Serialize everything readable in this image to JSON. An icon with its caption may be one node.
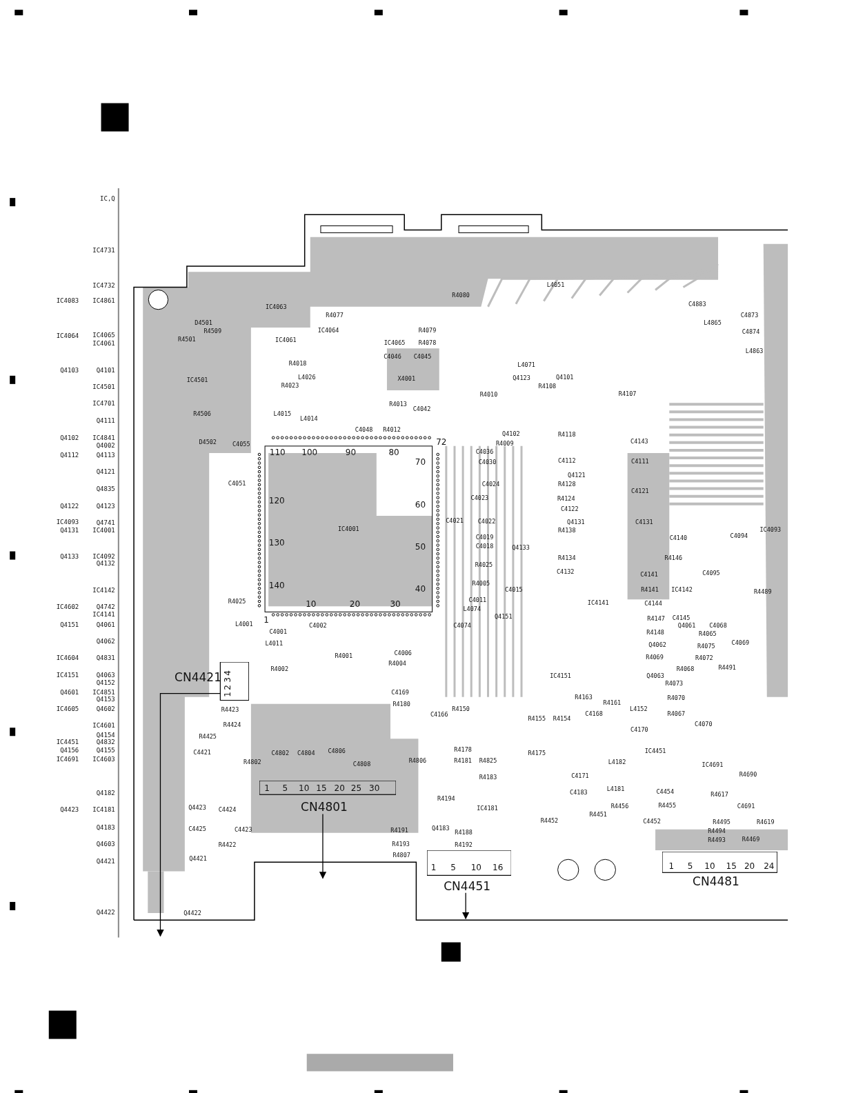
{
  "diagram": {
    "nodes": [
      {
        "text": [
          "CN4421",
          "1",
          "2",
          "3",
          "4"
        ]
      },
      {
        "text": [
          "CN4801",
          "1",
          "5",
          "10",
          "15",
          "20",
          "25",
          "30"
        ]
      },
      {
        "text": [
          "CN4451",
          "1",
          "5",
          "10",
          "16"
        ]
      },
      {
        "text": [
          "CN4481",
          "1",
          "5",
          "10",
          "15",
          "20",
          "24"
        ]
      }
    ],
    "edges": [
      {
        "from": 0,
        "to": null,
        "arrow": "to"
      },
      {
        "from": 1,
        "to": null,
        "arrow": "to"
      },
      {
        "from": 2,
        "to": null,
        "arrow": "to"
      }
    ],
    "labels": [
      "IC,Q",
      "IC4731",
      "IC4732",
      "IC4083",
      "IC4861",
      "IC4064",
      "IC4065",
      "IC4061",
      "Q4103",
      "Q4101",
      "IC4501",
      "IC4701",
      "Q4111",
      "Q4102",
      "IC4841",
      "Q4002",
      "Q4112",
      "Q4113",
      "Q4121",
      "Q4835",
      "Q4122",
      "Q4123",
      "IC4093",
      "Q4741",
      "Q4131",
      "IC4001",
      "Q4133",
      "IC4092",
      "Q4132",
      "IC4142",
      "IC4602",
      "Q4742",
      "IC4141",
      "Q4151",
      "Q4061",
      "Q4062",
      "IC4604",
      "Q4831",
      "IC4151",
      "Q4063",
      "Q4152",
      "Q4601",
      "IC4851",
      "Q4153",
      "IC4605",
      "Q4602",
      "IC4601",
      "Q4154",
      "IC4451",
      "Q4832",
      "Q4156",
      "Q4155",
      "IC4691",
      "IC4603",
      "Q4182",
      "Q4423",
      "IC4181",
      "Q4183",
      "Q4603",
      "Q4421",
      "Q4422",
      "L4051",
      "R4080",
      "C4883",
      "IC4063",
      "R4077",
      "C4873",
      "D4501",
      "L4865",
      "R4509",
      "IC4064",
      "R4079",
      "C4874",
      "R4501",
      "IC4061",
      "IC4065",
      "R4078",
      "L4863",
      "C4046",
      "C4045",
      "R4018",
      "L4071",
      "IC4501",
      "L4026",
      "X4001",
      "Q4123",
      "Q4101",
      "R4023",
      "R4108",
      "R4010",
      "R4107",
      "R4013",
      "C4042",
      "R4506",
      "L4015",
      "L4014",
      "C4048",
      "R4012",
      "Q4102",
      "R4118",
      "D4502",
      "C4055",
      "R4009",
      "C4143",
      "C4036",
      "C4030",
      "C4112",
      "C4111",
      "Q4121",
      "C4051",
      "C4024",
      "R4128",
      "C4121",
      "C4023",
      "R4124",
      "C4122",
      "C4021",
      "C4022",
      "Q4131",
      "C4131",
      "IC4001",
      "R4138",
      "IC4093",
      "C4019",
      "C4140",
      "C4094",
      "C4018",
      "Q4133",
      "R4134",
      "R4146",
      "R4025",
      "C4132",
      "C4141",
      "C4095",
      "R4005",
      "C4015",
      "R4141",
      "IC4142",
      "R4489",
      "R4025",
      "C4011",
      "IC4141",
      "C4144",
      "L4074",
      "Q4151",
      "R4147",
      "C4145",
      "L4001",
      "C4002",
      "C4074",
      "Q4061",
      "C4068",
      "C4001",
      "R4148",
      "R4065",
      "L4011",
      "Q4062",
      "R4075",
      "C4069",
      "R4001",
      "C4006",
      "R4069",
      "R4072",
      "R4004",
      "R4002",
      "R4068",
      "R4491",
      "IC4151",
      "Q4063",
      "R4073",
      "C4169",
      "R4163",
      "R4070",
      "R4180",
      "R4161",
      "R4423",
      "R4150",
      "L4152",
      "C4166",
      "C4168",
      "R4067",
      "R4155",
      "R4154",
      "R4424",
      "C4070",
      "C4170",
      "R4425",
      "C4421",
      "C4802",
      "C4804",
      "C4806",
      "R4178",
      "R4175",
      "IC4451",
      "R4802",
      "C4808",
      "R4806",
      "R4181",
      "R4825",
      "L4182",
      "IC4691",
      "R4183",
      "C4171",
      "R4690",
      "C4183",
      "L4181",
      "C4454",
      "R4617",
      "R4194",
      "Q4423",
      "C4424",
      "IC4181",
      "R4456",
      "R4455",
      "C4691",
      "R4451",
      "R4452",
      "C4452",
      "R4495",
      "R4619",
      "C4425",
      "C4423",
      "R4191",
      "Q4183",
      "R4188",
      "R4494",
      "R4493",
      "R4469",
      "R4422",
      "R4193",
      "R4192",
      "R4807",
      "Q4421",
      "Q4422",
      "110",
      "100",
      "90",
      "80",
      "72",
      "70",
      "120",
      "60",
      "130",
      "50",
      "140",
      "40",
      "1",
      "10",
      "20",
      "30"
    ]
  }
}
